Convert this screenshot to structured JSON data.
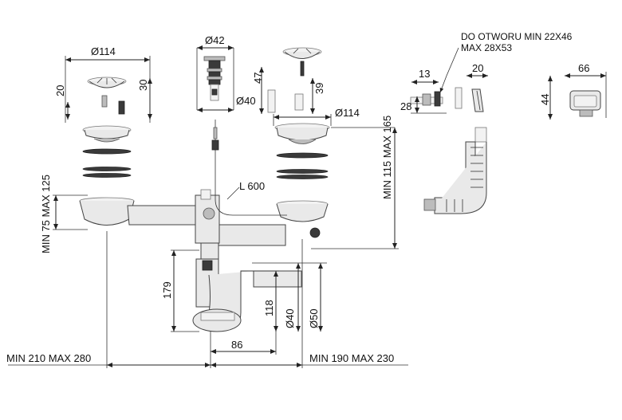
{
  "labels": {
    "strainer_left_diameter": "Ø114",
    "strainer_left_height": "20",
    "strainer_left_depth": "30",
    "plug_diameter_top": "Ø42",
    "plug_diameter_bottom": "Ø40",
    "plug_height": "47",
    "strainer_right_depth": "39",
    "strainer_right_diameter": "Ø114",
    "height_range_right": "MIN 115 MAX 165",
    "height_range_left": "MIN 75 MAX 125",
    "cable_length": "L 600",
    "trap_height": "179",
    "trap_outlet_height": "118",
    "trap_diameter_40": "Ø40",
    "trap_diameter_50": "Ø50",
    "trap_offset": "86",
    "width_left": "MIN 210 MAX 280",
    "width_right": "MIN 190 MAX 230",
    "overflow_hole_line1": "DO OTWORU MIN 22X46",
    "overflow_hole_line2": "MAX 28X53",
    "overflow_width": "13",
    "overflow_height": "28",
    "overflow_depth": "20",
    "overflow_box_width": "66",
    "overflow_box_height": "44"
  }
}
